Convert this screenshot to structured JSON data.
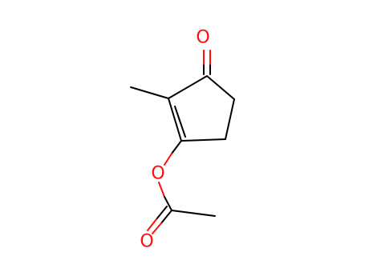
{
  "molecule": {
    "atom_labels": {
      "ketone_oxygen": "O",
      "ester_oxygen": "O",
      "carbonyl_oxygen": "O"
    },
    "colors": {
      "carbon_bond": "#000000",
      "oxygen": "#ff0d0d",
      "background": "#ffffff"
    }
  }
}
